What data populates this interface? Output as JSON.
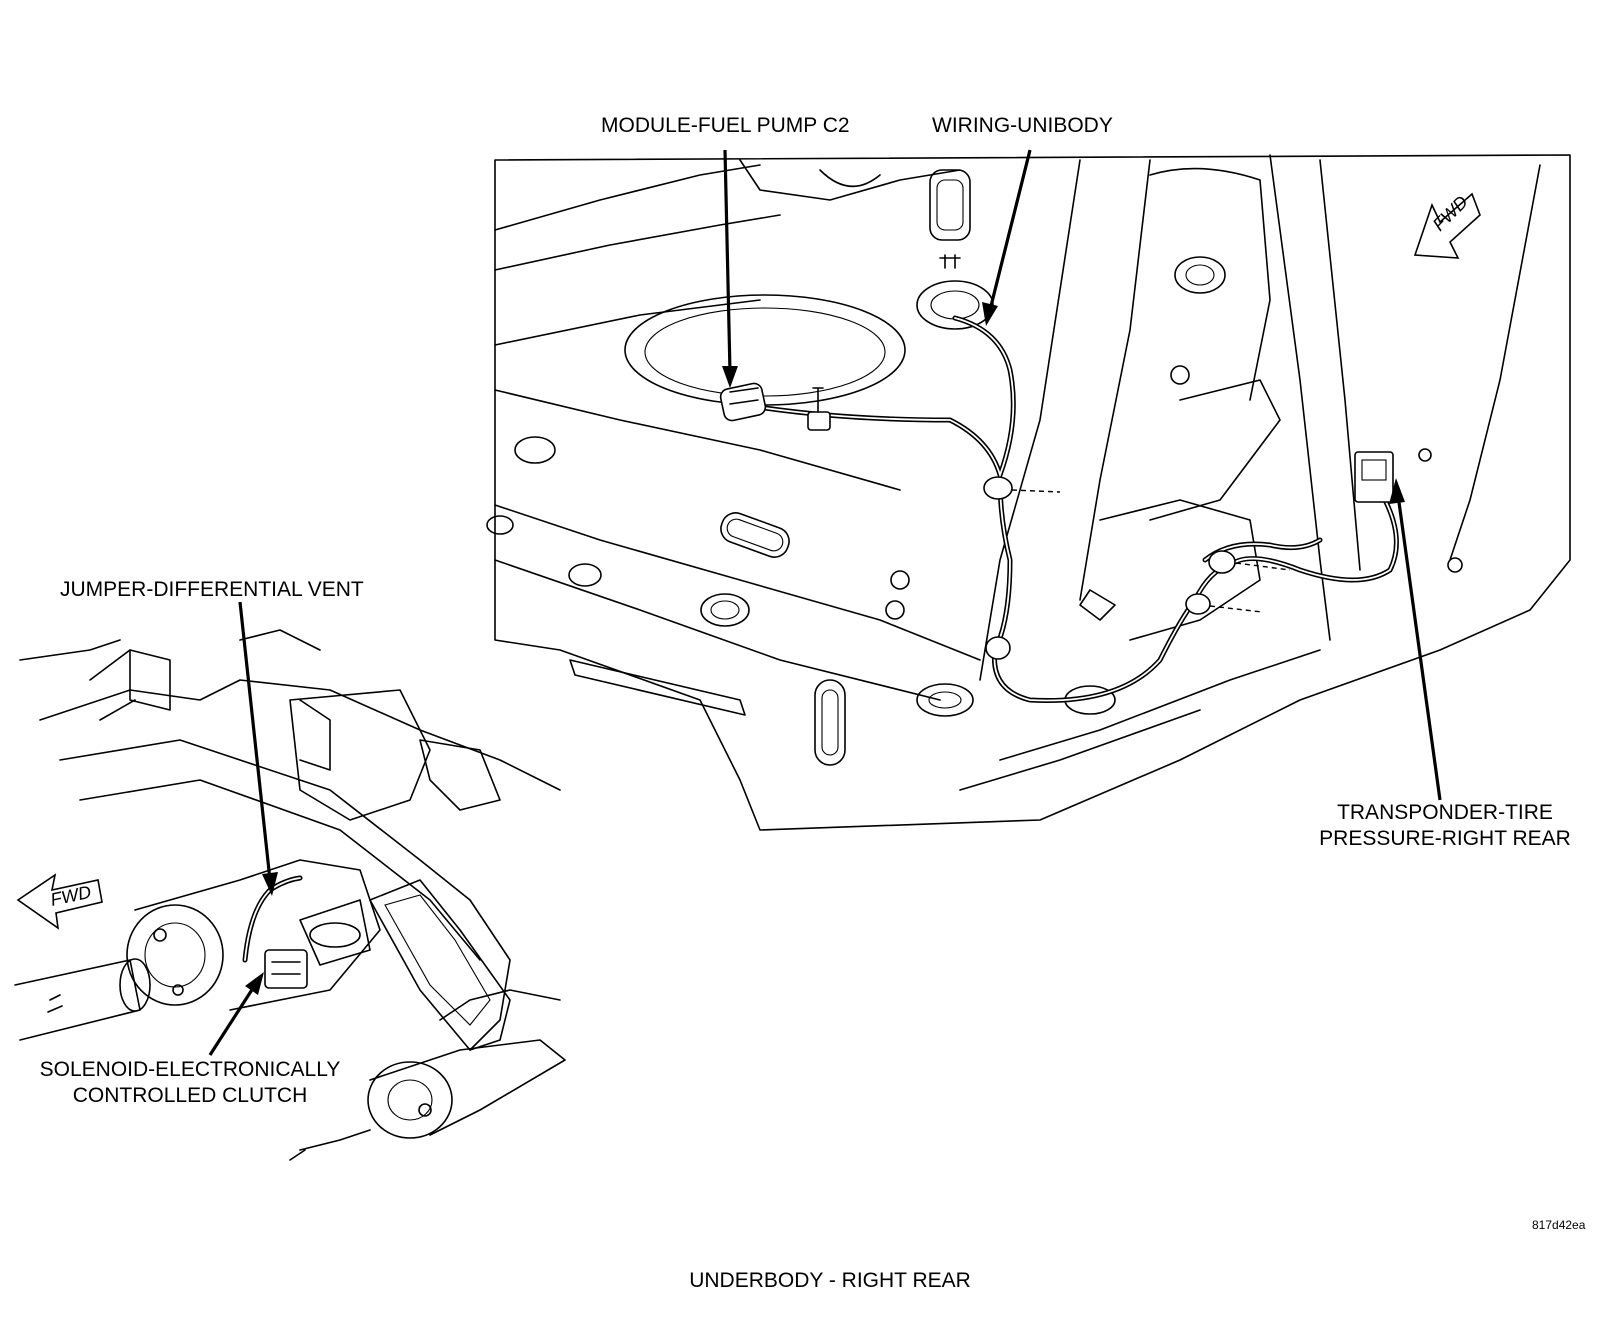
{
  "callouts": {
    "module_fuel_pump": "MODULE-FUEL PUMP C2",
    "wiring_unibody": "WIRING-UNIBODY",
    "transponder_line1": "TRANSPONDER-TIRE",
    "transponder_line2": "PRESSURE-RIGHT REAR",
    "jumper_vent": "JUMPER-DIFFERENTIAL VENT",
    "solenoid_line1": "SOLENOID-ELECTRONICALLY",
    "solenoid_line2": "CONTROLLED CLUTCH"
  },
  "fwd_marker": "FWD",
  "figure_id": "817d42ea",
  "caption": "UNDERBODY - RIGHT REAR",
  "icons": [
    "fwd-arrow-icon"
  ]
}
